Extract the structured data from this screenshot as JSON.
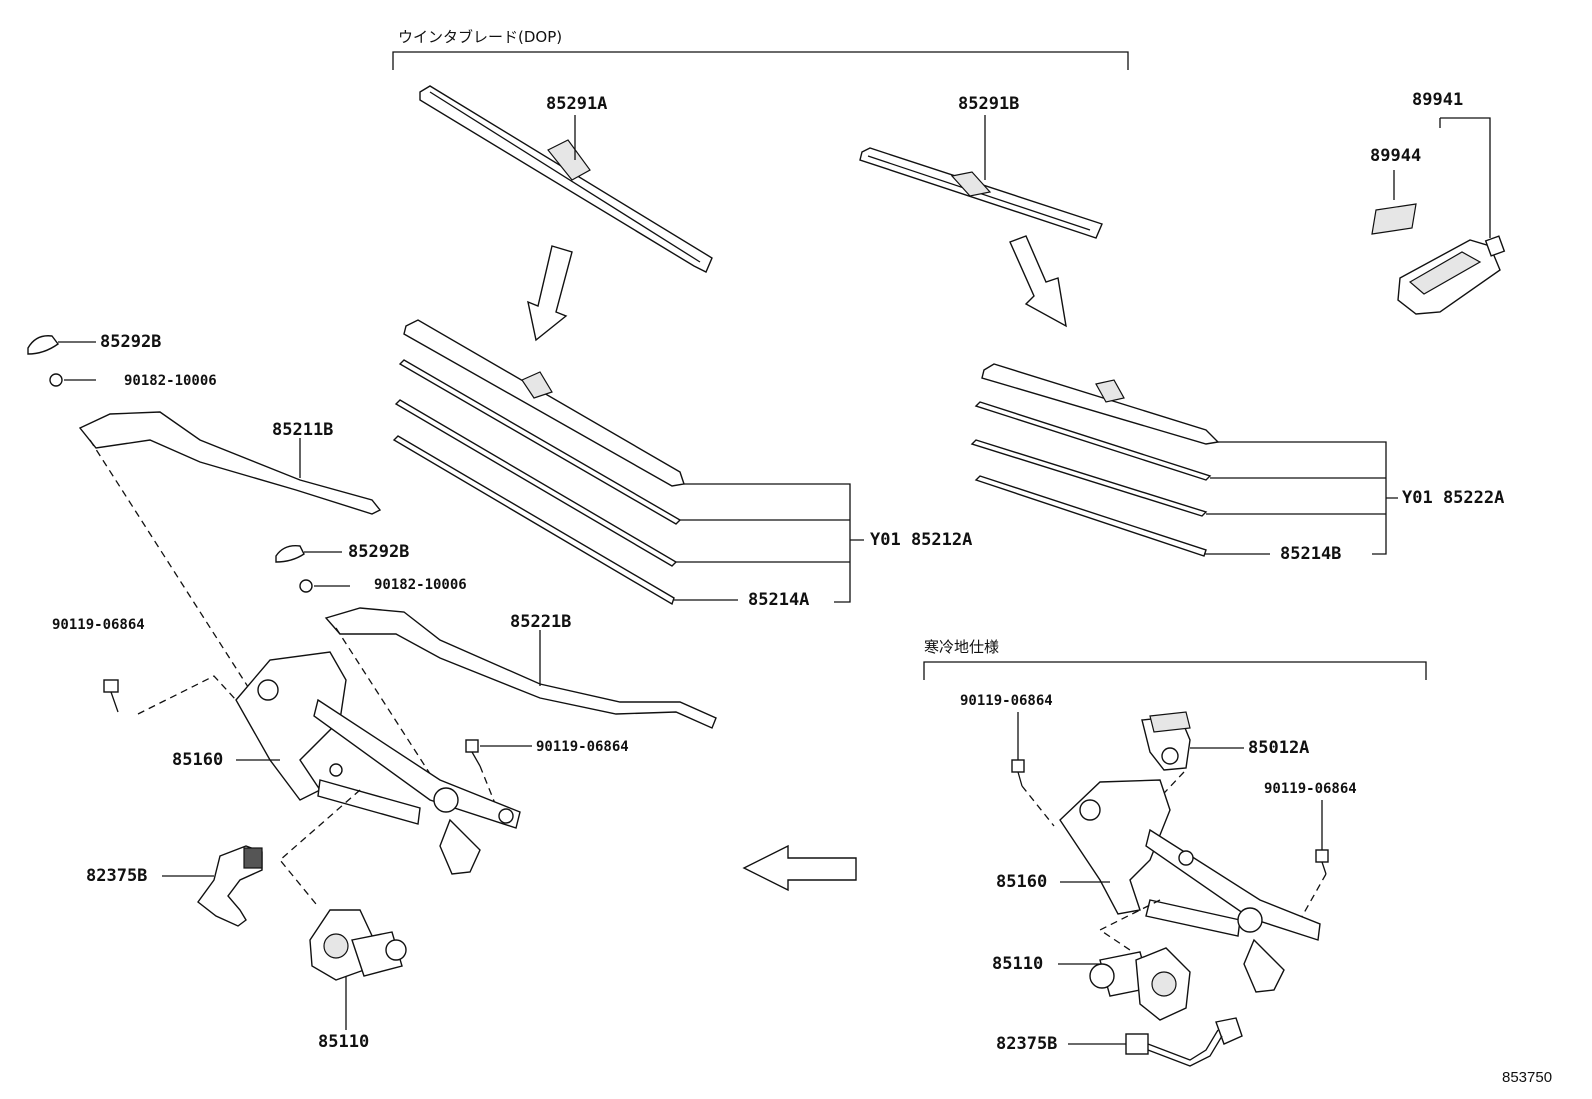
{
  "captions": {
    "winter_blade_dop": "ウインタブレード(DOP)",
    "cold_region_spec": "寒冷地仕様"
  },
  "labels": {
    "p85291A": "85291A",
    "p85291B": "85291B",
    "p89941": "89941",
    "p89944": "89944",
    "p85292B_1": "85292B",
    "p90182_1": "90182-10006",
    "p85211B": "85211B",
    "p85292B_2": "85292B",
    "p90182_2": "90182-10006",
    "p90119_1": "90119-06864",
    "p85221B": "85221B",
    "p90119_2": "90119-06864",
    "p85160_L": "85160",
    "p82375B_L": "82375B",
    "p85110_L": "85110",
    "p85212A": "Y01 85212A",
    "p85214A": "85214A",
    "p85222A": "Y01 85222A",
    "p85214B": "85214B",
    "p90119_3": "90119-06864",
    "p85012A": "85012A",
    "p90119_4": "90119-06864",
    "p85160_R": "85160",
    "p85110_R": "85110",
    "p82375B_R": "82375B"
  },
  "footer": {
    "diagram_no": "853750"
  }
}
